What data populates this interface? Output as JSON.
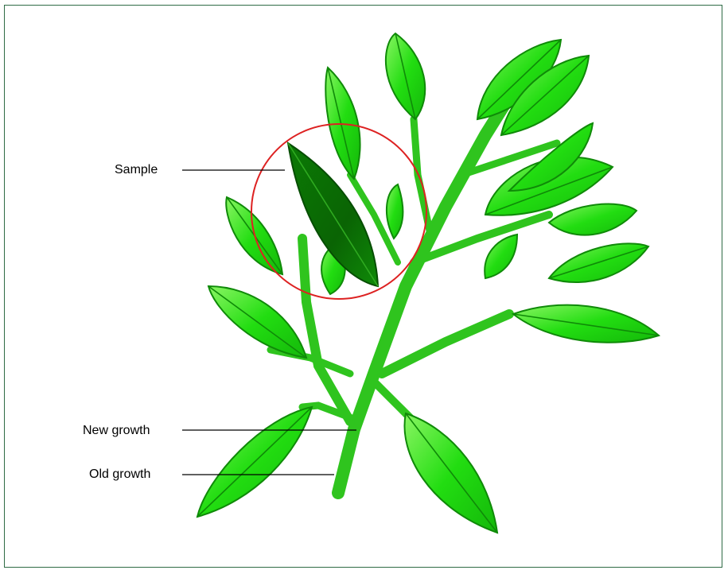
{
  "labels": {
    "sample": "Sample",
    "new_growth": "New growth",
    "old_growth": "Old growth"
  },
  "colors": {
    "frame_border": "#2f6b45",
    "leaf_bright": "#22dd11",
    "leaf_light": "#7ff05a",
    "leaf_vein": "#0f8a08",
    "leaf_sample": "#0a6a04",
    "stem": "#33cc22",
    "circle": "#dd2222",
    "leader_line": "#000000"
  }
}
